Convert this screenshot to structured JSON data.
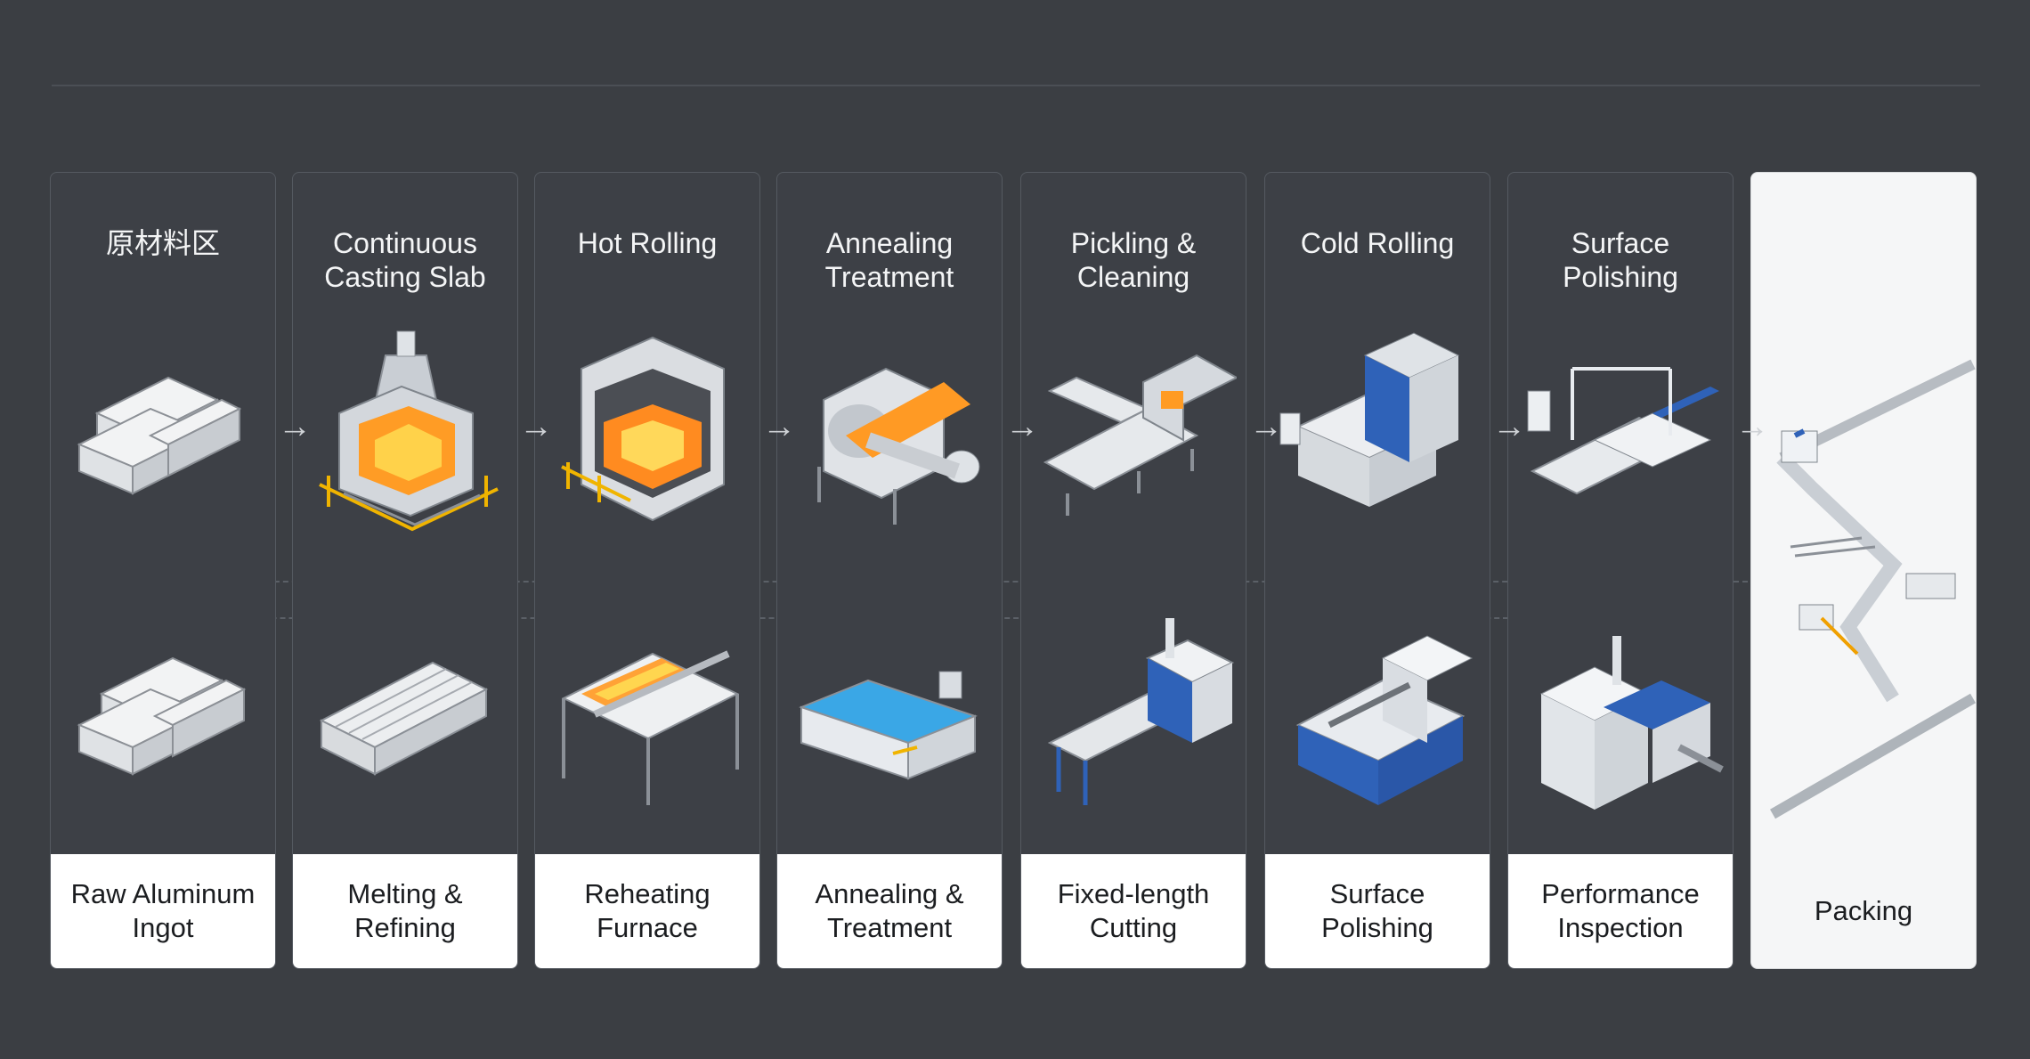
{
  "header": {
    "tiny_left": "",
    "tiny_right": "",
    "footer_tiny": ""
  },
  "stages": [
    {
      "top": "原材料区",
      "bottom": "Raw Aluminum\nIngot",
      "top_icon": "ingot-stack-icon",
      "bottom_icon": "ingot-stack-icon"
    },
    {
      "top": "Continuous\nCasting Slab",
      "bottom": "Melting &\nRefining",
      "top_icon": "casting-furnace-icon",
      "bottom_icon": "aluminum-rods-icon"
    },
    {
      "top": "Hot Rolling",
      "bottom": "Reheating\nFurnace",
      "top_icon": "hot-rolling-oven-icon",
      "bottom_icon": "reheating-table-icon"
    },
    {
      "top": "Annealing\nTreatment",
      "bottom": "Annealing &\nTreatment",
      "top_icon": "annealing-machine-icon",
      "bottom_icon": "water-tank-icon"
    },
    {
      "top": "Pickling &\nCleaning",
      "bottom": "Fixed-length\nCutting",
      "top_icon": "pickling-conveyor-icon",
      "bottom_icon": "cutting-machine-icon"
    },
    {
      "top": "Cold Rolling",
      "bottom": "Surface\nPolishing",
      "top_icon": "cold-rolling-mill-icon",
      "bottom_icon": "polishing-machine-icon"
    },
    {
      "top": "Surface\nPolishing",
      "bottom": "Performance\nInspection",
      "top_icon": "polishing-line-icon",
      "bottom_icon": "inspection-station-icon"
    },
    {
      "top": "",
      "bottom": "Packing",
      "top_icon": "packing-conveyor-icon",
      "bottom_icon": ""
    }
  ],
  "colors": {
    "background": "#3b3e43",
    "card": "#3d4046",
    "accent_orange": "#ff8a1e",
    "accent_blue": "#2f62b8",
    "label_bg": "#ffffff"
  }
}
